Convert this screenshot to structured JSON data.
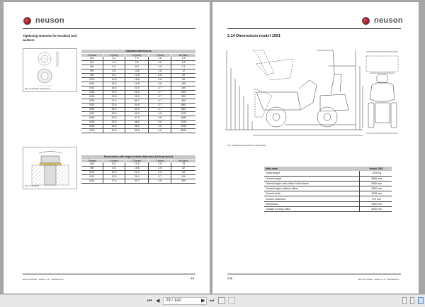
{
  "left_page": {
    "logo_text": "neuson",
    "title": "Tightening moments for Nordlock lock washers",
    "fig3_caption": "Fig. 3     Nordlock dimensions",
    "fig4_caption": "Fig. 4     Nordlock",
    "table1": {
      "caption": "Standard dimensions",
      "headers": [
        "Thread",
        "d (mm)",
        "D (mm)",
        "T (mm)",
        "Mt (Nm)"
      ],
      "rows": [
        [
          "M3",
          "3.2",
          "7.0",
          "1.8",
          "1.5"
        ],
        [
          "M4",
          "4.3",
          "9.0",
          "1.8",
          "3.5"
        ],
        [
          "M5",
          "5.2",
          "9.0",
          "1.8",
          "7.2"
        ],
        [
          "M6",
          "6.5",
          "10.8",
          "1.8",
          "12"
        ],
        [
          "M8",
          "8.2",
          "13.5",
          "2.6",
          "30"
        ],
        [
          "M10",
          "10.3",
          "16.6",
          "2.6",
          "59"
        ],
        [
          "M12",
          "13.0",
          "19.5",
          "2.6",
          "100"
        ],
        [
          "M14",
          "14.5",
          "23.0",
          "3.7",
          "160"
        ],
        [
          "M16",
          "17.0",
          "25.4",
          "3.7",
          "250"
        ],
        [
          "M18",
          "19.5",
          "29.0",
          "3.7",
          "350"
        ],
        [
          "M20",
          "21.0",
          "30.7",
          "3.7",
          "490"
        ],
        [
          "M22",
          "22.9",
          "34.5",
          "3.7",
          "680"
        ],
        [
          "M24",
          "26.0",
          "39.0",
          "3.7",
          "850"
        ],
        [
          "M27",
          "28.5",
          "42.0",
          "4.6",
          "1220"
        ],
        [
          "M30",
          "30.5",
          "47.0",
          "4.6",
          "1650"
        ],
        [
          "M33",
          "33.5",
          "48.5",
          "4.6",
          "2200"
        ],
        [
          "M36",
          "36.0",
          "56.0",
          "4.6",
          "2900"
        ],
        [
          "M39",
          "39.6",
          "58.5",
          "4.6",
          "3800"
        ]
      ]
    },
    "table2": {
      "caption": "Dimensions with larger outside diameters (oblong bores)",
      "headers": [
        "Thread",
        "d (mm)",
        "D (mm)",
        "T (mm)",
        "Mt (Nm)"
      ],
      "rows": [
        [
          "M6",
          "6.5",
          "13.5",
          "2.6",
          "13"
        ],
        [
          "M8",
          "8.6",
          "16.6",
          "2.6",
          "32"
        ],
        [
          "M10",
          "10.3",
          "21.0",
          "2.6",
          "64"
        ],
        [
          "M12",
          "13.0",
          "25.4",
          "3.7",
          "110"
        ],
        [
          "M16",
          "17.0",
          "30.7",
          "4.6",
          "260"
        ]
      ]
    },
    "footer_text": "BA's H8 1501b – Edition 1.0 * 1501a210.fm",
    "page_number": "2-9"
  },
  "right_page": {
    "logo_text": "neuson",
    "section_title": "2.14   Dimensions model 1501",
    "fig5_caption": "Fig. 5     Machine dimensions (model 1501)",
    "main_data": {
      "headers": [
        "Main data",
        "Model 1501"
      ],
      "rows": [
        [
          "Dead weight",
          "1226 kg"
        ],
        [
          "Overall height",
          "2580 mm"
        ],
        [
          "Overall height with rollbar folded down",
          "2000 mm"
        ],
        [
          "Overall height without rollbar",
          "1850 mm"
        ],
        [
          "Overall width",
          "1305 mm"
        ],
        [
          "Ground clearance",
          "270 mm"
        ],
        [
          "Wheelbase",
          "1650 mm"
        ],
        [
          "Outside turning radius",
          "3500 mm"
        ]
      ]
    },
    "footer_text": "BA's H8 1501b – Edition 1.0 * 1501a210.fm",
    "page_number": "2-10"
  },
  "toolbar": {
    "first_page": "⏮",
    "prev_page": "◀",
    "page_field": "29 / 142",
    "dropdown": "▾",
    "next_page": "▶",
    "last_page": "⏭"
  }
}
